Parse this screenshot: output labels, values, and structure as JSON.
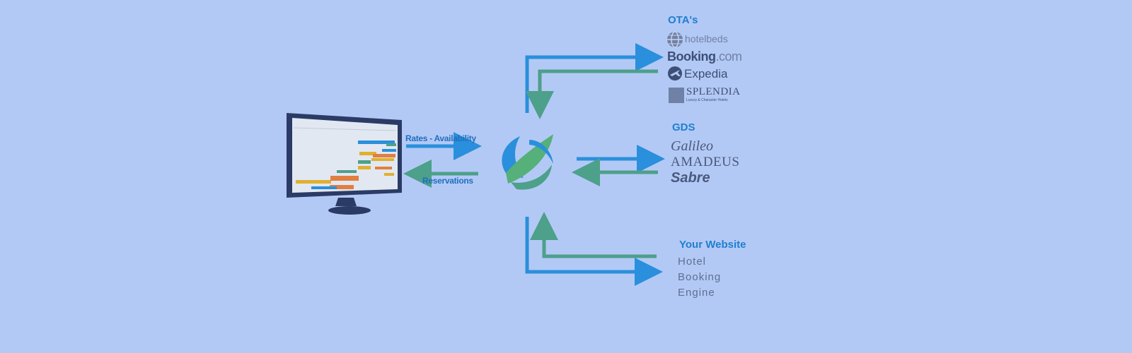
{
  "colors": {
    "background": "#b3c9f5",
    "arrow_blue": "#2a8fdc",
    "arrow_green": "#4da08a",
    "heading_blue": "#1f7fcf",
    "logo_grey": "#5d6f92"
  },
  "flow": {
    "to_channel_label": "Rates - Availability",
    "from_channel_label": "Reservations"
  },
  "otas": {
    "title": "OTA's",
    "items": [
      {
        "name": "hotelbeds",
        "icon": "globe-icon"
      },
      {
        "name": "Booking.com",
        "parts": [
          "Booking",
          ".com"
        ]
      },
      {
        "name": "Expedia",
        "icon": "plane-icon"
      },
      {
        "name": "SPLENDIA",
        "tagline": "Luxury & Character Hotels",
        "icon": "square-logo-icon"
      }
    ]
  },
  "gds": {
    "title": "GDS",
    "items": [
      "Galileo",
      "AMADEUS",
      "Sabre"
    ]
  },
  "website": {
    "title": "Your Website",
    "lines": [
      "Hotel",
      "Booking",
      "Engine"
    ]
  }
}
